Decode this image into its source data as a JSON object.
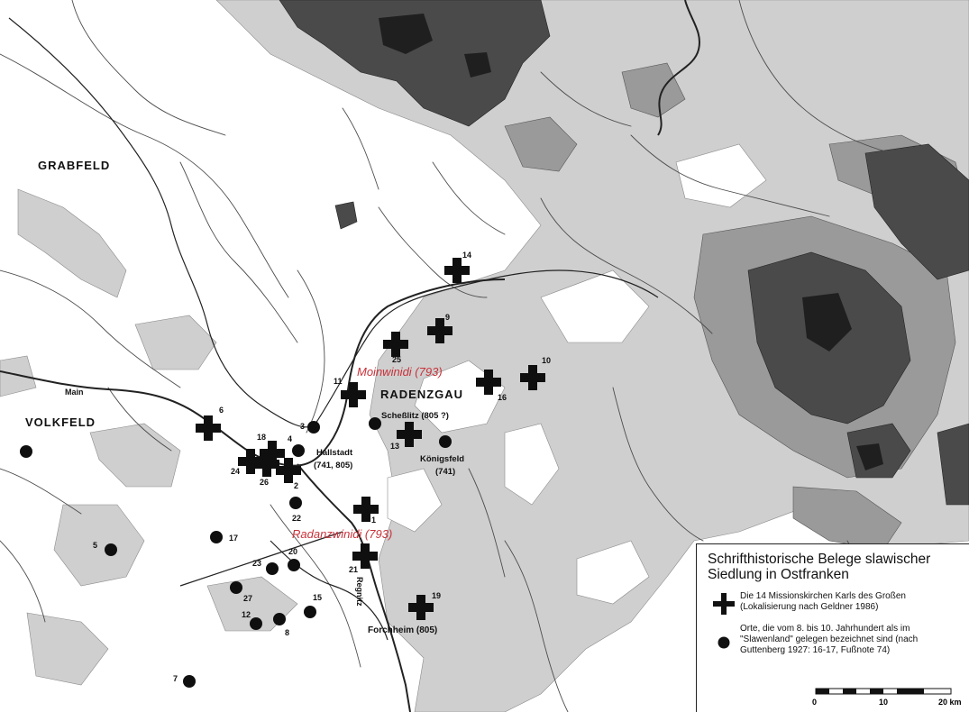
{
  "map": {
    "regions": {
      "grabfeld": "GRABFELD",
      "volkfeld": "VOLKFELD",
      "radenzgau": "RADENZGAU"
    },
    "rivers": {
      "main": "Main",
      "regnitz": "Regnitz"
    },
    "historic_names": {
      "moinwinidi": "Moinwinidi (793)",
      "radanzwinidi": "Radanzwinidi (793)"
    },
    "places": {
      "schesslitz": "Scheßlitz (805 ?)",
      "hallstadt": "Hallstadt",
      "hallstadt_years": "(741, 805)",
      "koenigsfeld": "Königsfeld",
      "koenigsfeld_year": "(741)",
      "forchheim": "Forchheim (805)"
    },
    "churches": [
      "14",
      "9",
      "25",
      "10",
      "16",
      "11",
      "13",
      "6",
      "18",
      "24",
      "26",
      "2",
      "1",
      "21",
      "19"
    ],
    "slav_places": [
      "3",
      "4",
      "22",
      "17",
      "5",
      "20",
      "23",
      "27",
      "15",
      "12",
      "8",
      "7"
    ],
    "colors": {
      "lowland": "#ffffff",
      "hill": "#cfcfcf",
      "upland": "#9a9a9a",
      "highland": "#4a4a4a",
      "river": "#4d4d4d",
      "historic_name": "#c8323a"
    }
  },
  "legend": {
    "title_line1": "Schrifthistorische Belege slawischer",
    "title_line2": "Siedlung in Ostfranken",
    "cross_line1": "Die 14 Missionskirchen Karls des Großen",
    "cross_line2": "(Lokalisierung nach Geldner 1986)",
    "dot_line1": "Orte, die vom 8. bis 10. Jahrhundert als im",
    "dot_line2": "\"Slawenland\" gelegen bezeichnet sind (nach",
    "dot_line3": "Guttenberg 1927: 16-17, Fußnote 74)",
    "scale": {
      "tick_0": "0",
      "tick_10": "10",
      "tick_20": "20 km"
    }
  }
}
